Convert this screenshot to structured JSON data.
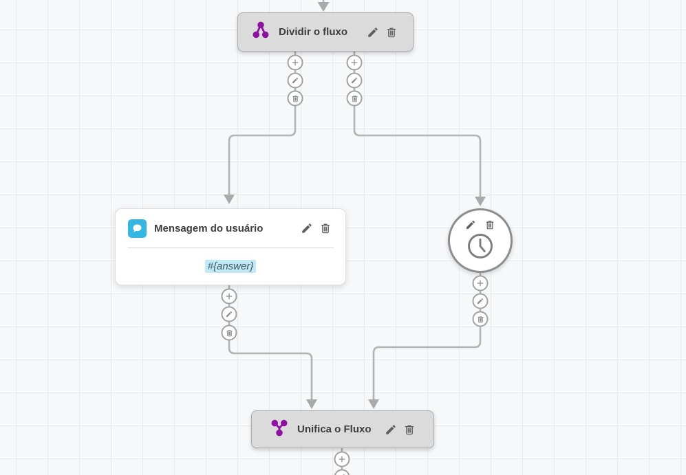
{
  "app": {
    "name": "chatbot-flow-builder-canvas"
  },
  "palette": {
    "accent_purple": "#8e12a0",
    "accent_cyan": "#35b7e2",
    "highlight_blue": "#c3e8f5",
    "connector_gray": "#b3b3b3",
    "node_gray": "#dbdbdb"
  },
  "icons": {
    "dividir": "split-flow-icon",
    "mensagem": "chat-bubble-icon",
    "timer": "clock-icon",
    "unifica": "merge-flow-icon",
    "node_actions": [
      "edit-icon",
      "delete-icon"
    ],
    "connector_actions": [
      "add-icon",
      "edit-icon",
      "delete-icon"
    ]
  },
  "nodes": {
    "dividir": {
      "title": "Dividir o fluxo"
    },
    "mensagem": {
      "title": "Mensagem do usuário",
      "content": "#{answer}"
    },
    "unifica": {
      "title": "Unifica o Fluxo"
    }
  }
}
